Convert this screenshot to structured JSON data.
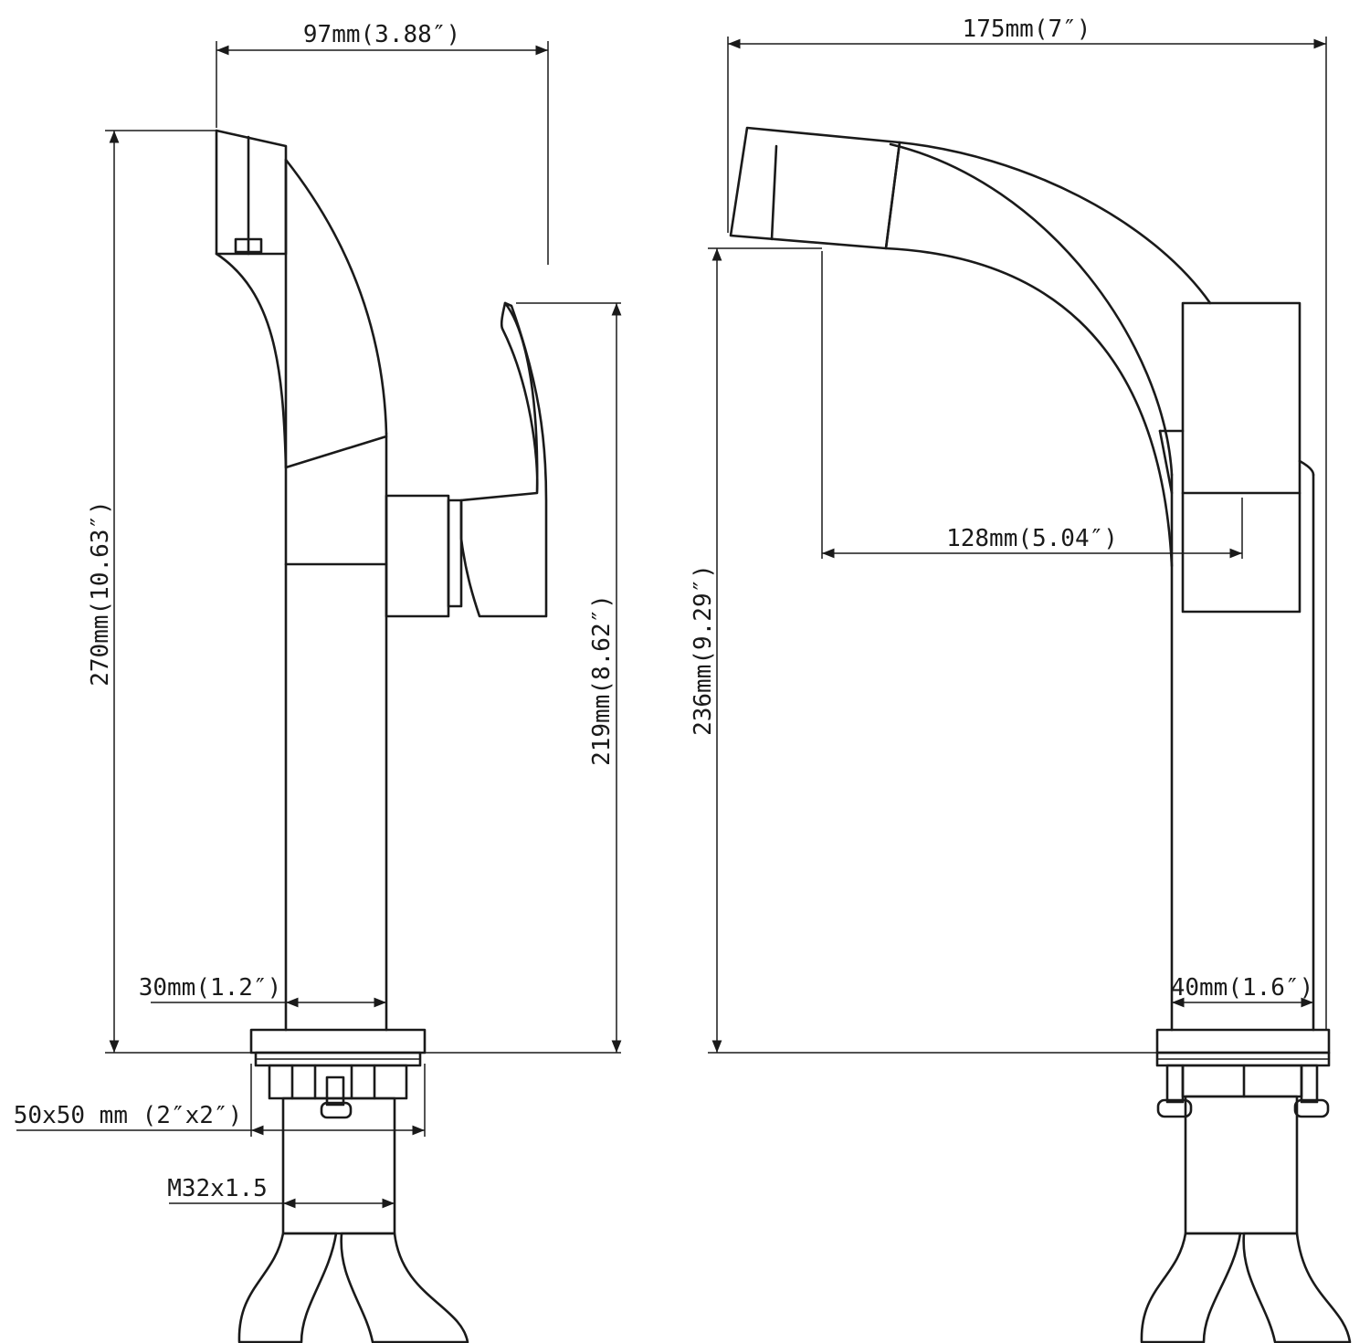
{
  "colors": {
    "line": "#1a1a1a",
    "background": "#ffffff"
  },
  "left_view": {
    "width_total": "97mm(3.88″)",
    "height_total": "270mm(10.63″)",
    "handle_height": "219mm(8.62″)",
    "body_width": "30mm(1.2″)",
    "base_size": "50x50 mm (2″x2″)",
    "thread": "M32x1.5"
  },
  "right_view": {
    "width_total": "175mm(7″)",
    "spout_height": "236mm(9.29″)",
    "spout_reach": "128mm(5.04″)",
    "body_width": "40mm(1.6″)"
  }
}
